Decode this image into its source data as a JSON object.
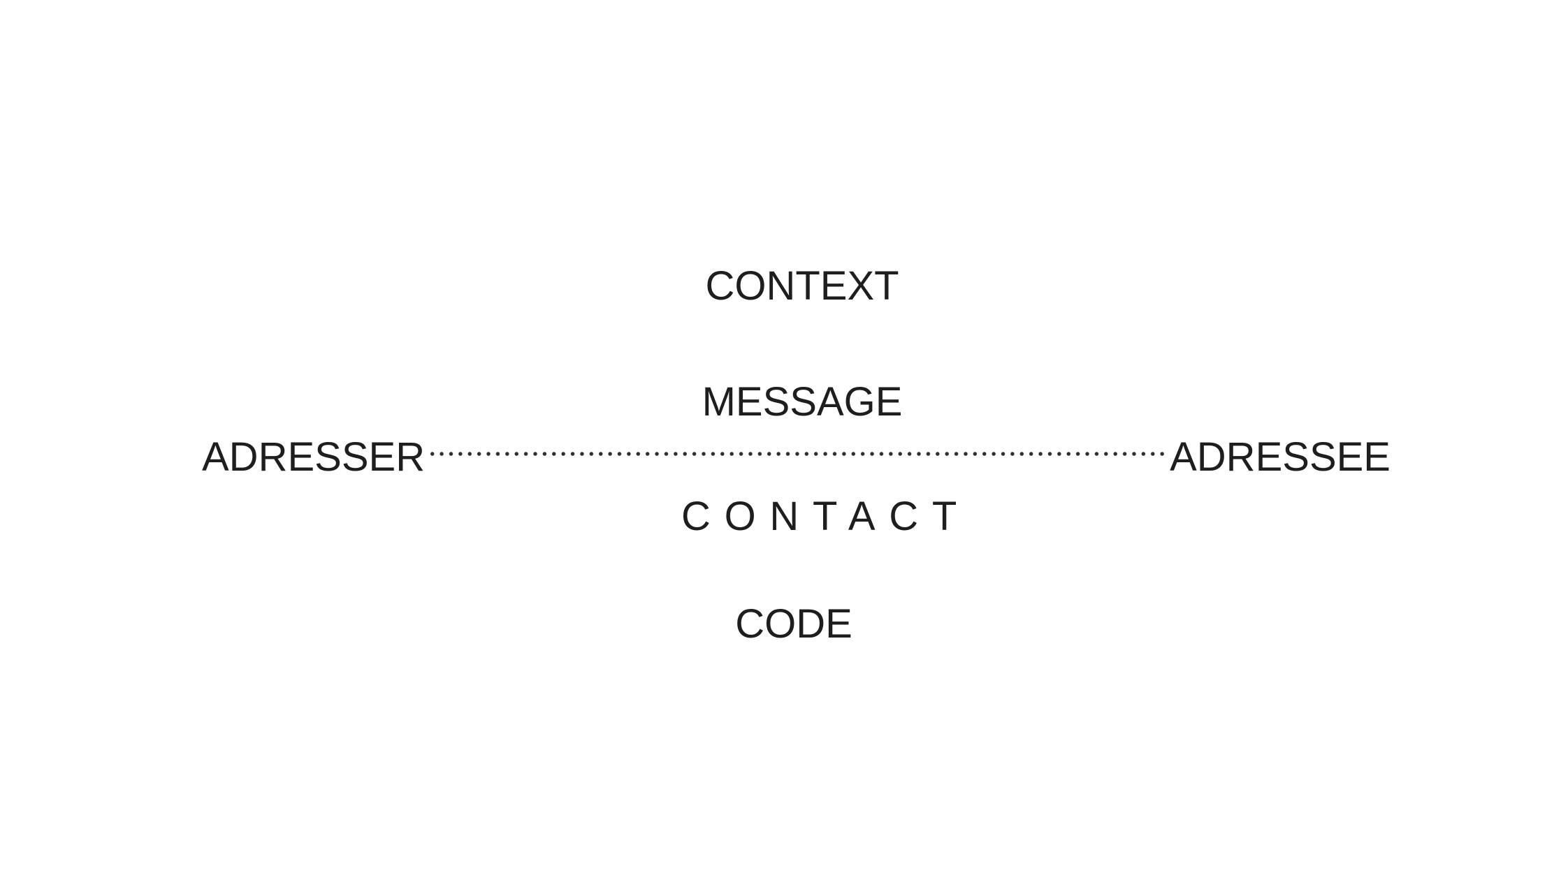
{
  "diagram": {
    "name": "jakobson-communication-model",
    "nodes": {
      "context": {
        "label": "CONTEXT"
      },
      "message": {
        "label": "MESSAGE"
      },
      "addresser": {
        "label": "ADRESSER"
      },
      "addressee": {
        "label": "ADRESSEE"
      },
      "contact": {
        "label": "CONTACT"
      },
      "code": {
        "label": "CODE"
      }
    },
    "connector": {
      "style": "dotted-line",
      "from": "ADRESSER",
      "to": "ADRESSEE"
    },
    "colors": {
      "background": "#ffffff",
      "text": "#1e1e1e",
      "dots": "#2d2d2d"
    }
  }
}
